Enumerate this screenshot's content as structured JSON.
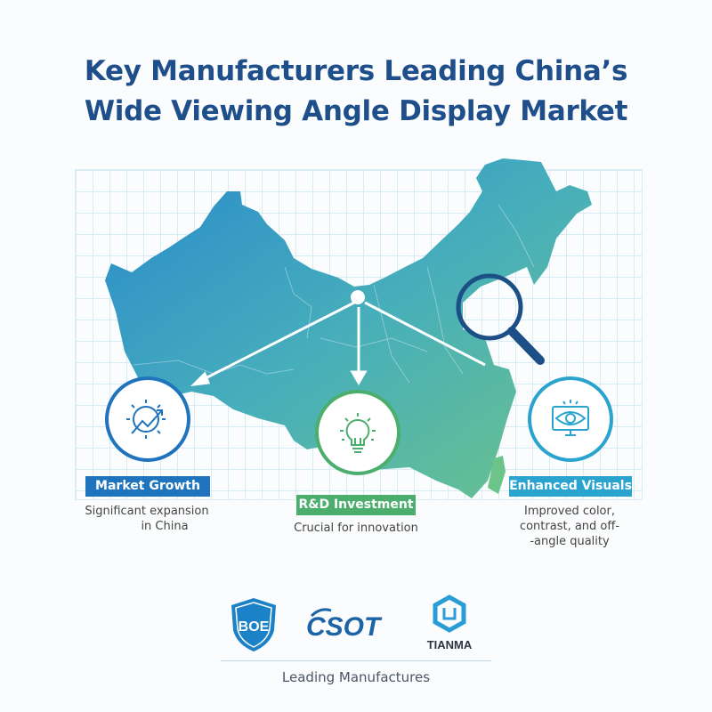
{
  "title": {
    "line1": "Key Manufacturers Leading China’s",
    "line2": "Wide Viewing Angle Display Market"
  },
  "map": {
    "region": "China",
    "gradient_colors": [
      "#2b8fcb",
      "#4cb0b4",
      "#6cc08e"
    ],
    "magnifier_icon": "magnifying-glass-icon",
    "magnifier_color": "#1c4f86"
  },
  "features": [
    {
      "icon": "gear-growth-chart-icon",
      "label": "Market Growth",
      "description_line1": "Significant expansion",
      "description_line2": "in China",
      "color": "#1f74bd"
    },
    {
      "icon": "lightbulb-icon",
      "label": "R&D Investment",
      "description_line1": "Crucial for innovation",
      "color": "#4cae6c"
    },
    {
      "icon": "eye-monitor-icon",
      "label": "Enhanced Visuals",
      "description_line1": "Improved color,",
      "description_line2": "contrast, and off-",
      "description_line3": "-angle quality",
      "color": "#2aa3cf"
    }
  ],
  "manufacturers": [
    {
      "name": "BOE",
      "color": "#1b82c8"
    },
    {
      "name": "CSOT",
      "color": "#1c63a8"
    },
    {
      "name": "TIANMA",
      "color": "#2a9dd6"
    }
  ],
  "footer": {
    "caption": "Leading Manufactures"
  }
}
